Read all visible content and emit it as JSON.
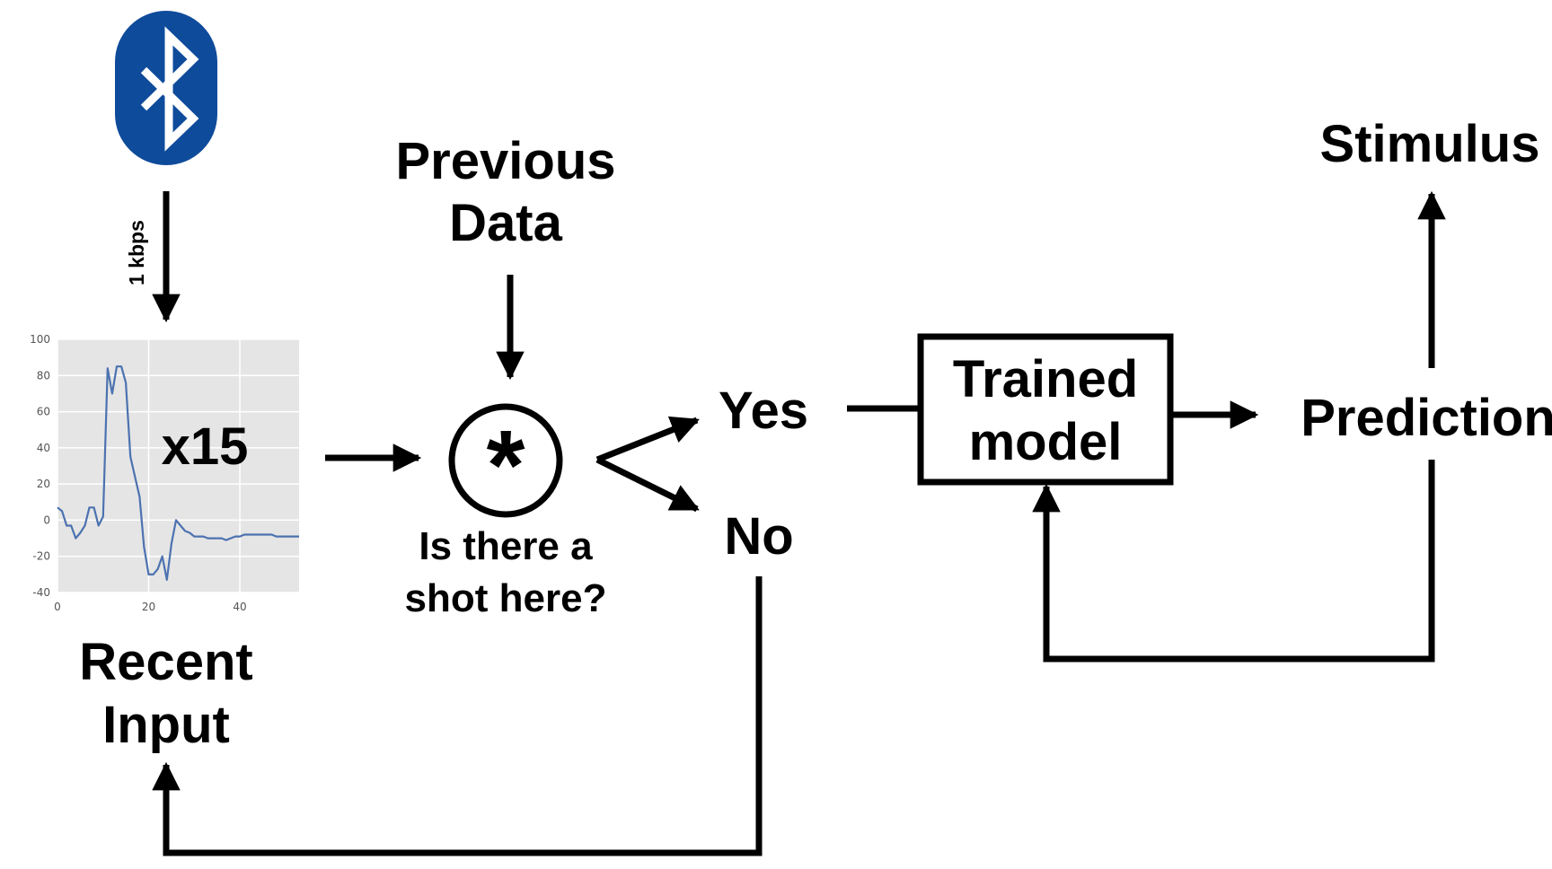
{
  "labels": {
    "bandwidth": "1 kbps",
    "multiplier": "x15",
    "recent_input_line1": "Recent",
    "recent_input_line2": "Input",
    "previous_data_line1": "Previous",
    "previous_data_line2": "Data",
    "operator": "*",
    "question_line1": "Is there a",
    "question_line2": "shot here?",
    "yes": "Yes",
    "no": "No",
    "model_line1": "Trained",
    "model_line2": "model",
    "prediction": "Prediction",
    "stimulus": "Stimulus"
  },
  "icons": {
    "wireless": "bluetooth-icon"
  },
  "colors": {
    "bluetooth": "#0f4b9b",
    "signal_line": "#4c72b0",
    "plot_background": "#e5e5e5"
  },
  "chart_data": {
    "type": "line",
    "x_ticks": [
      "0",
      "20",
      "40"
    ],
    "y_ticks": [
      "100",
      "80",
      "60",
      "40",
      "20",
      "0",
      "-20",
      "-40"
    ],
    "xlim": [
      0,
      53
    ],
    "ylim": [
      -40,
      100
    ],
    "grid": true,
    "x": [
      0,
      1,
      2,
      3,
      4,
      5,
      6,
      7,
      8,
      9,
      10,
      11,
      12,
      13,
      14,
      15,
      16,
      17,
      18,
      19,
      20,
      21,
      22,
      23,
      24,
      25,
      26,
      27,
      28,
      29,
      30,
      31,
      32,
      33,
      34,
      35,
      36,
      37,
      38,
      39,
      40,
      41,
      42,
      43,
      44,
      45,
      46,
      47,
      48,
      49,
      50,
      51,
      52,
      53
    ],
    "y": [
      7,
      5,
      -3,
      -3,
      -10,
      -7,
      -3,
      7,
      7,
      -3,
      2,
      84,
      70,
      85,
      85,
      76,
      35,
      24,
      13,
      -15,
      -30,
      -30,
      -27,
      -20,
      -33,
      -13,
      0,
      -3,
      -6,
      -7,
      -9,
      -9,
      -9,
      -10,
      -10,
      -10,
      -10,
      -11,
      -10,
      -9,
      -9,
      -8,
      -8,
      -8,
      -8,
      -8,
      -8,
      -8,
      -9,
      -9,
      -9,
      -9,
      -9,
      -9
    ]
  }
}
